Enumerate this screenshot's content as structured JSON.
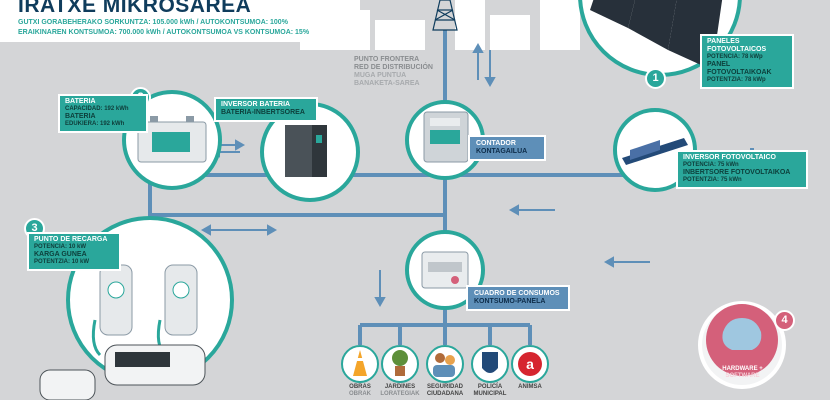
{
  "header": {
    "title": "IRATXE MIKROSAREA",
    "line1": "GUTXI GORABEHERAKO SORKUNTZA: 105.000 kWh / AUTOKONTSUMOA: 100%",
    "line2": "ERAIKINAREN KONTSUMOA: 700.000 kWh / AUTOKONTSUMOA VS KONTSUMOA: 15%"
  },
  "grid": {
    "l1": "PUNTO FRONTERA",
    "l2": "RED DE DISTRIBUCIÓN",
    "l3": "MUGA PUNTUA",
    "l4": "BANAKETA-SAREA"
  },
  "paneles": {
    "number": "1",
    "es_title": "PANELES FOTOVOLTAICOS",
    "es_sub": "POTENCIA: 78 kWp",
    "eu_title": "PANEL FOTOVOLTAIKOAK",
    "eu_sub": "POTENTZIA: 78 kWp"
  },
  "inversor_fv": {
    "es_title": "INVERSOR FOTOVOLTAICO",
    "es_sub": "POTENCIA: 75 kWn",
    "eu_title": "INBERTSORE FOTOVOLTAIKOA",
    "eu_sub": "POTENTZIA: 75 kWn"
  },
  "bateria": {
    "number": "2",
    "es_title": "BATERIA",
    "es_sub": "CAPACIDAD: 192 kWh",
    "eu_title": "BATERIA",
    "eu_sub": "EDUKIERA: 192 kWh"
  },
  "inversor_bat": {
    "es_title": "INVERSOR BATERIA",
    "eu_title": "BATERIA-INBERTSOREA"
  },
  "contador": {
    "es_title": "CONTADOR",
    "eu_title": "KONTAGAILUA"
  },
  "recarga": {
    "number": "3",
    "es_title": "PUNTO DE RECARGA",
    "es_sub": "POTENCIA: 10 kW",
    "eu_title": "KARGA GUNEA",
    "eu_sub": "POTENTZIA: 10 kW"
  },
  "cuadro": {
    "es_title": "CUADRO DE CONSUMOS",
    "eu_title": "KONTSUMO-PANELA"
  },
  "hardware": {
    "number": "4",
    "l1": "HARDWARE +",
    "l2": "SOFTWARE"
  },
  "consumers": [
    {
      "l1": "OBRAS",
      "l2": "OBRAK"
    },
    {
      "l1": "JARDINES",
      "l2": "LORATEGIAK"
    },
    {
      "l1": "SEGURIDAD",
      "l2": "CIUDADANA"
    },
    {
      "l1": "POLICÍA",
      "l2": "MUNICIPAL"
    },
    {
      "l1": "ANIMSA",
      "l2": ""
    }
  ],
  "colors": {
    "teal": "#2aa79b",
    "blue": "#5e8fb8",
    "navy": "#0f3c5c",
    "pink": "#d4607a",
    "background": "#d4d5d7"
  }
}
